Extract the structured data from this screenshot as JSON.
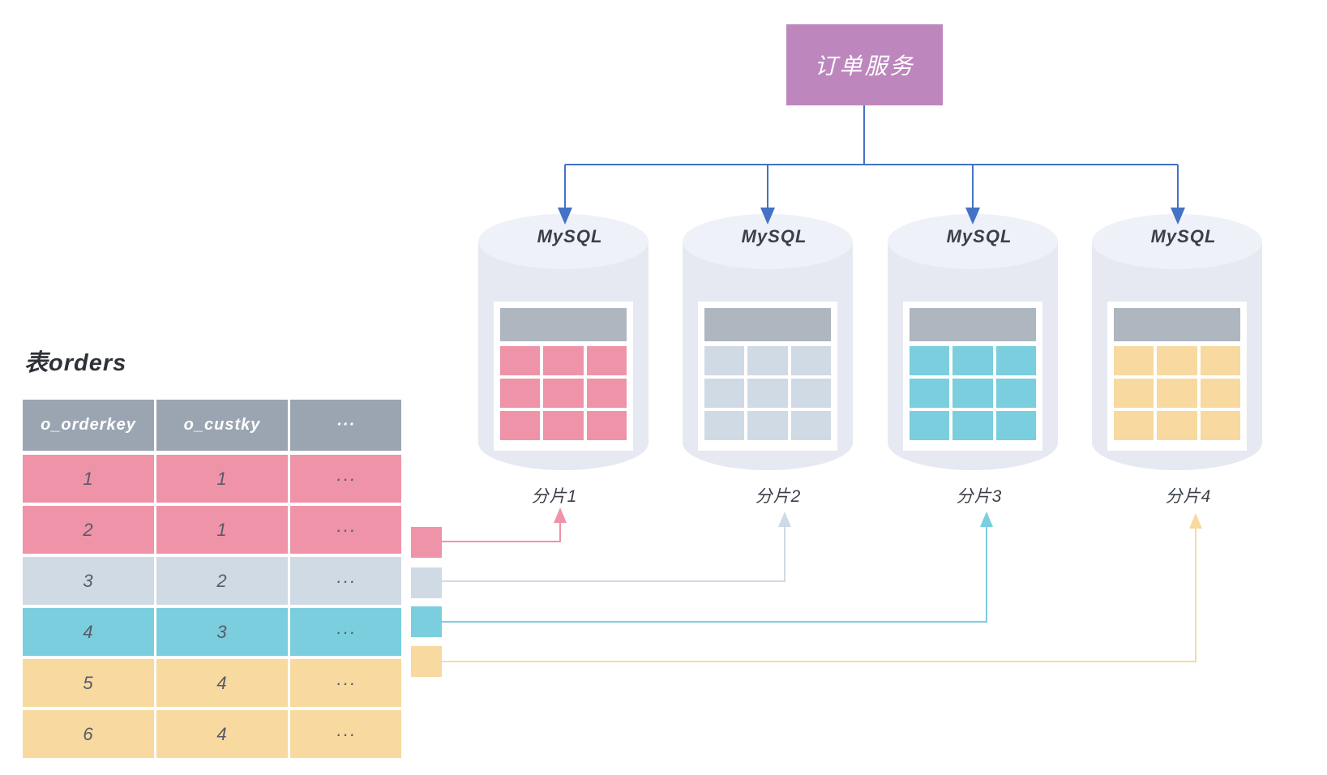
{
  "diagram": {
    "service_box": {
      "label": "订单服务"
    },
    "databases": [
      {
        "engine_label": "MySQL",
        "shard_label": "分片1",
        "color": "pink"
      },
      {
        "engine_label": "MySQL",
        "shard_label": "分片2",
        "color": "steel"
      },
      {
        "engine_label": "MySQL",
        "shard_label": "分片3",
        "color": "teal"
      },
      {
        "engine_label": "MySQL",
        "shard_label": "分片4",
        "color": "yellow"
      }
    ],
    "orders_table": {
      "title": "表orders",
      "headers": [
        "o_orderkey",
        "o_custky",
        "···"
      ],
      "rows": [
        {
          "values": [
            "1",
            "1",
            "···"
          ],
          "color": "pink",
          "target_shard": "分片1"
        },
        {
          "values": [
            "2",
            "1",
            "···"
          ],
          "color": "pink",
          "target_shard": "分片1"
        },
        {
          "values": [
            "3",
            "2",
            "···"
          ],
          "color": "steel",
          "target_shard": "分片2"
        },
        {
          "values": [
            "4",
            "3",
            "···"
          ],
          "color": "teal",
          "target_shard": "分片3"
        },
        {
          "values": [
            "5",
            "4",
            "···"
          ],
          "color": "yellow",
          "target_shard": "分片4"
        },
        {
          "values": [
            "6",
            "4",
            "···"
          ],
          "color": "yellow",
          "target_shard": "分片4"
        }
      ]
    },
    "legend_squares": [
      {
        "color": "pink"
      },
      {
        "color": "steel"
      },
      {
        "color": "teal"
      },
      {
        "color": "yellow"
      }
    ],
    "colors": {
      "pink": "#ee93a8",
      "steel": "#cfdae5",
      "teal": "#7bcedd",
      "yellow": "#f8d9a0",
      "header_gray": "#9ba5b2",
      "mini_header_gray": "#aeb6c0",
      "purple": "#bd87bd",
      "blue": "#4472c4",
      "cylinder_body": "#e6e9f2",
      "cylinder_top": "#eef1f8"
    }
  }
}
